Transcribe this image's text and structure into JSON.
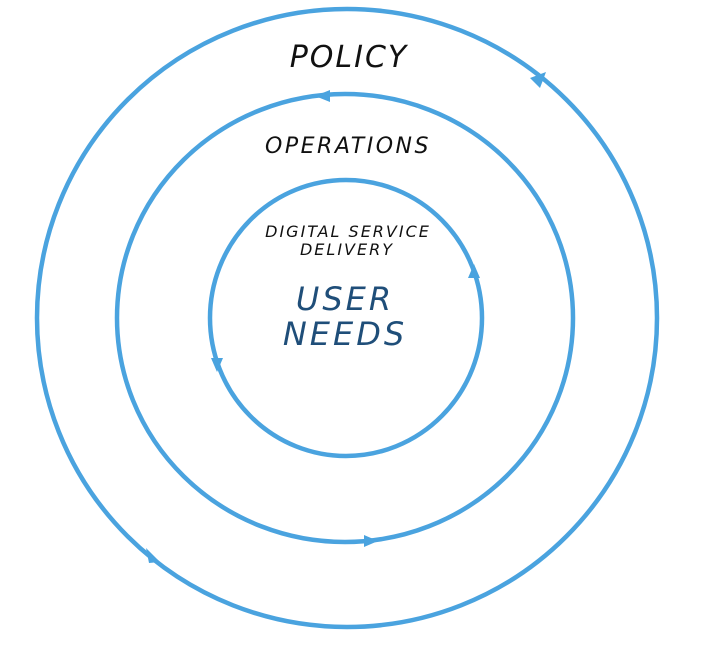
{
  "labels": {
    "outer": "POLICY",
    "middle": "OPERATIONS",
    "inner_line1": "DIGITAL SERVICE",
    "inner_line2": "DELIVERY",
    "core_line1": "USER",
    "core_line2": "NEEDS"
  },
  "colors": {
    "ring": "#4aa3df",
    "text": "#111111",
    "core_text": "#1f4e79"
  },
  "arrows": {
    "outer": "counterclockwise",
    "middle": "counterclockwise",
    "inner": "counterclockwise"
  }
}
